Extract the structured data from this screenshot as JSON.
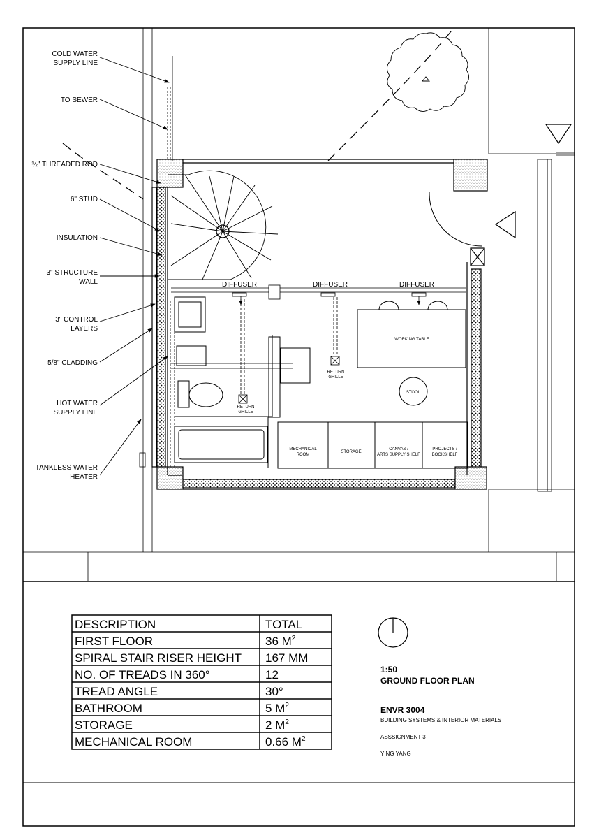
{
  "callouts": [
    {
      "l1": "COLD WATER",
      "l2": "SUPPLY LINE"
    },
    {
      "l1": "TO SEWER",
      "l2": ""
    },
    {
      "l1": "½\" THREADED ROD",
      "l2": ""
    },
    {
      "l1": "6\" STUD",
      "l2": ""
    },
    {
      "l1": "INSULATION",
      "l2": ""
    },
    {
      "l1": "3\" STRUCTURE",
      "l2": "WALL"
    },
    {
      "l1": "3\" CONTROL",
      "l2": "LAYERS"
    },
    {
      "l1": "5/8\" CLADDING",
      "l2": ""
    },
    {
      "l1": "HOT WATER",
      "l2": "SUPPLY LINE"
    },
    {
      "l1": "TANKLESS WATER",
      "l2": "HEATER"
    }
  ],
  "diffusers": [
    "DIFFUSER",
    "DIFFUSER",
    "DIFFUSER"
  ],
  "return_grilles": [
    {
      "l1": "RETURN",
      "l2": "GRILLE"
    },
    {
      "l1": "RETURN",
      "l2": "GRILLE"
    }
  ],
  "furniture": {
    "working_table": "WORKING TABLE",
    "stool": "STOOL"
  },
  "cabinets": [
    {
      "l1": "MECHANICAL",
      "l2": "ROOM"
    },
    {
      "l1": "STORAGE",
      "l2": ""
    },
    {
      "l1": "CANVAS /",
      "l2": "ARTS SUPPLY SHELF"
    },
    {
      "l1": "PROJECTS /",
      "l2": "BOOKSHELF"
    }
  ],
  "table": {
    "headers": [
      "DESCRIPTION",
      "TOTAL"
    ],
    "rows": [
      {
        "desc": "FIRST FLOOR",
        "val": "36 M",
        "sup": "2"
      },
      {
        "desc": "SPIRAL STAIR RISER HEIGHT",
        "val": "167 MM",
        "sup": ""
      },
      {
        "desc": "NO. OF TREADS IN 360°",
        "val": "12",
        "sup": ""
      },
      {
        "desc": "TREAD ANGLE",
        "val": "30°",
        "sup": ""
      },
      {
        "desc": "BATHROOM",
        "val": "5 M",
        "sup": "2"
      },
      {
        "desc": "STORAGE",
        "val": "2 M",
        "sup": "2"
      },
      {
        "desc": "MECHANICAL ROOM",
        "val": "0.66 M",
        "sup": "2"
      }
    ]
  },
  "title_block": {
    "scale": "1:50",
    "plan_title": "GROUND FLOOR  PLAN",
    "course_code": "ENVR 3004",
    "course_name": "BUILDING SYSTEMS & INTERIOR MATERIALS",
    "assignment": "ASSSIGNMENT 3",
    "author": "YING YANG"
  }
}
